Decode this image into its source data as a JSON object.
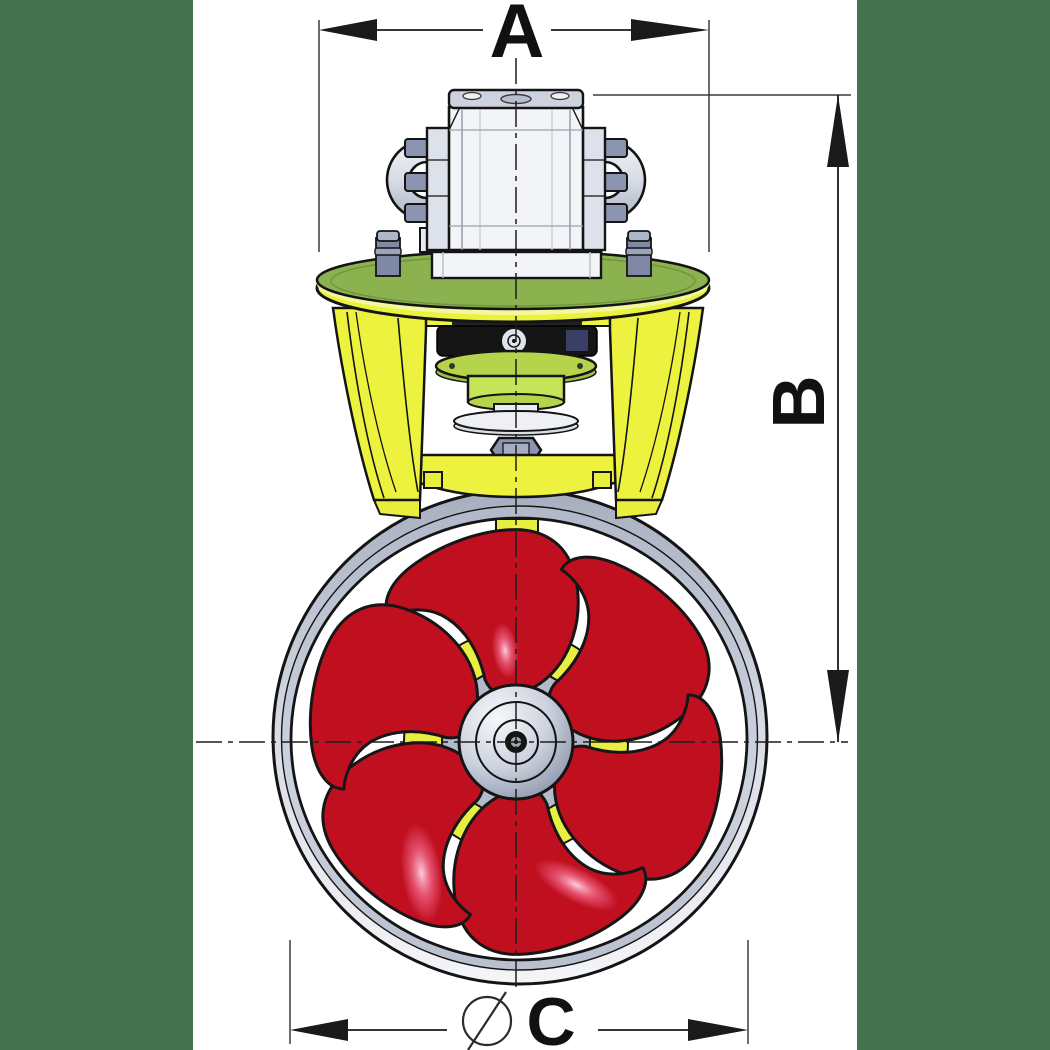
{
  "canvas": {
    "background_color": "#46714f",
    "sheet_color": "#ffffff"
  },
  "drawing_type": "bow-thruster-dimension-diagram",
  "labels": {
    "dim_a": "A",
    "dim_b": "B",
    "dim_c": "C",
    "diameter_symbol": "∅"
  },
  "colors": {
    "outline": "#141414",
    "dimension_line": "#2f2f2f",
    "flange_top_green": "#8cb24f",
    "bracket_yellow": "#edf23e",
    "bracket_yellow_bright": "#f4f7a0",
    "pod_green_yellow": "#b6d44b",
    "pod_green_light": "#c6e457",
    "propeller_red": "#e8192c",
    "propeller_red_dark": "#c01020",
    "highlight_pink": "#ff7fa6",
    "tunnel_gray": "#bfc6d4",
    "metal_white": "#f3f4f8",
    "metal_light": "#dde1ea",
    "pipe_blue_gray": "#8b95b2",
    "hub_gray": "#aeb6c6"
  }
}
